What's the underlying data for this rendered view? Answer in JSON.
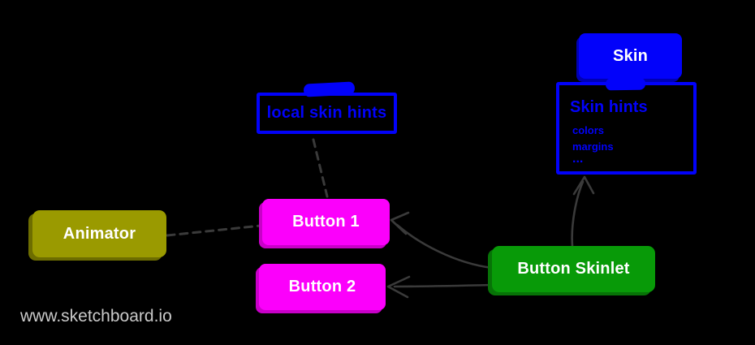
{
  "watermark": "www.sketchboard.io",
  "colors": {
    "background": "#000000",
    "blue": "#0202fa",
    "blue-dark": "#0000b4",
    "magenta": "#fb00fb",
    "magenta-dark": "#c800c8",
    "olive": "#9a9a00",
    "olive-dark": "#6d6d00",
    "green": "#089a08",
    "green-dark": "#077307",
    "connector": "#3a3a3a",
    "node-label": "#ffffff",
    "watermark": "#c9c9c9"
  },
  "nodes": {
    "skin": {
      "label": "Skin"
    },
    "skin_hints": {
      "title": "Skin hints",
      "items": [
        "colors",
        "margins",
        "..."
      ]
    },
    "local_skin_hints": {
      "label": "local skin hints"
    },
    "animator": {
      "label": "Animator"
    },
    "button1": {
      "label": "Button 1"
    },
    "button2": {
      "label": "Button 2"
    },
    "button_skinlet": {
      "label": "Button Skinlet"
    }
  }
}
